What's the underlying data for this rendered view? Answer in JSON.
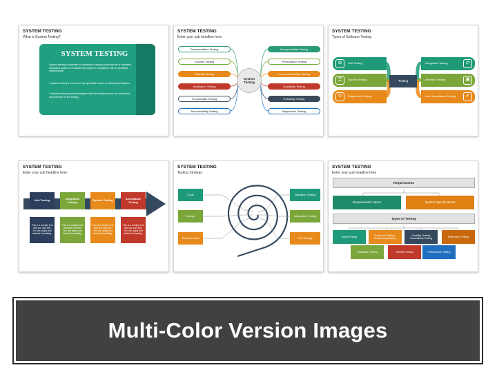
{
  "slide1": {
    "title": "SYSTEM TESTING",
    "subtitle": "What is System Testing?",
    "card_title": "SYSTEM TESTING",
    "paragraph": "System testing of software or hardware is testing conducted on a complete, integrated system to evaluate the system's compliance with its specified requirements.",
    "bullets": [
      "System testing is carried out by specialist testers or independent testers.",
      "System testing should investigate both the functional and non-functional requirements of the testing."
    ],
    "colors": {
      "card": "#20a081",
      "card_dark": "#157a63"
    }
  },
  "slide2": {
    "title": "SYSTEM TESTING",
    "subtitle": "Enter your sub headline here",
    "center": "System Testing",
    "left": [
      {
        "label": "Documentation Testing",
        "color": "#2a9a79",
        "filled": false
      },
      {
        "label": "Security Testing",
        "color": "#7aa63a",
        "filled": false
      },
      {
        "label": "Usability Testing",
        "color": "#e88a1b",
        "filled": true
      },
      {
        "label": "Installation Testing",
        "color": "#c0392b",
        "filled": true
      },
      {
        "label": "Functionality Testing",
        "color": "#3b4a5a",
        "filled": false
      },
      {
        "label": "Recoverability Testing",
        "color": "#1f6fbf",
        "filled": false
      }
    ],
    "right": [
      {
        "label": "Interoperability Testing",
        "color": "#2a9a79",
        "filled": true
      },
      {
        "label": "Performance Testing",
        "color": "#7aa63a",
        "filled": false
      },
      {
        "label": "Load and Stability Testing",
        "color": "#e88a1b",
        "filled": true
      },
      {
        "label": "Scalability Testing",
        "color": "#c0392b",
        "filled": true
      },
      {
        "label": "Reliability Testing",
        "color": "#3b4a5a",
        "filled": true
      },
      {
        "label": "Regression Testing",
        "color": "#1f6fbf",
        "filled": false
      }
    ]
  },
  "slide3": {
    "title": "SYSTEM TESTING",
    "subtitle": "Types of Software Testing",
    "center": "Testing",
    "left": [
      {
        "label": "Unit Testing",
        "color": "#1f9a78"
      },
      {
        "label": "System Testing",
        "color": "#7aa63a"
      },
      {
        "label": "Regression Testing",
        "color": "#e88a1b"
      }
    ],
    "right": [
      {
        "label": "Integration Testing",
        "color": "#1f9a78"
      },
      {
        "label": "Interface Testing",
        "color": "#7aa63a"
      },
      {
        "label": "User Acceptance Testing",
        "color": "#e88a1b"
      }
    ],
    "colors": {
      "center": "#34495e"
    }
  },
  "slide4": {
    "title": "SYSTEM TESTING",
    "subtitle": "Enter your sub headline here",
    "steps": [
      {
        "label": "Unit Testing",
        "color": "#2c3e5c"
      },
      {
        "label": "Integration Testing",
        "color": "#7aa63a"
      },
      {
        "label": "System Testing",
        "color": "#e88a1b"
      },
      {
        "label": "Acceptance Testing",
        "color": "#c0392b"
      }
    ],
    "step_text": "This is a sample text that you can edit. You can apply and desired formatting.",
    "colors": {
      "arrow": "#34495e"
    }
  },
  "slide5": {
    "title": "SYSTEM TESTING",
    "subtitle": "Testing Strategy",
    "left": [
      {
        "label": "Code",
        "color": "#1f9a78"
      },
      {
        "label": "Design",
        "color": "#7aa63a"
      },
      {
        "label": "Requirements",
        "color": "#e88a1b"
      }
    ],
    "right": [
      {
        "label": "Validation Testing",
        "color": "#1f9a78"
      },
      {
        "label": "Integration Testing",
        "color": "#7aa63a"
      },
      {
        "label": "Unit Testing",
        "color": "#e88a1b"
      }
    ],
    "colors": {
      "spiral": "#34495e"
    }
  },
  "slide6": {
    "title": "SYSTEM TESTING",
    "subtitle": "Enter your sub headline here",
    "requirements": "Requirements",
    "req_items": [
      {
        "label": "Requirements Specs",
        "color": "#1f8a6a"
      },
      {
        "label": "System Specifications",
        "color": "#e07f12"
      }
    ],
    "types": "Types Of Testing",
    "row1": [
      {
        "label": "Sanity Testing",
        "color": "#1f9a78"
      },
      {
        "label": "Functional Testing - Scripted/Exploratory",
        "color": "#e88a1b"
      },
      {
        "label": "Usability Testing/ Accessibility Testing",
        "color": "#34495e"
      },
      {
        "label": "Regression Testing",
        "color": "#c8690e"
      }
    ],
    "row2": [
      {
        "label": "Installation Testing",
        "color": "#7aa63a"
      },
      {
        "label": "Security Testing",
        "color": "#c0392b"
      },
      {
        "label": "Performance Testing",
        "color": "#1f6fbf"
      }
    ],
    "colors": {
      "header": "#e2e2e2"
    }
  },
  "banner": {
    "text": "Multi-Color Version Images"
  },
  "icons": [
    "unit-icon",
    "system-icon",
    "regression-icon",
    "integration-icon",
    "interface-icon",
    "acceptance-icon"
  ]
}
